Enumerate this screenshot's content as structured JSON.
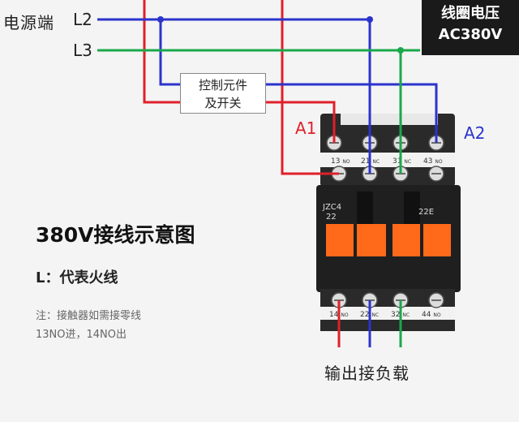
{
  "supply_label": "电源端",
  "lines": [
    {
      "label": "L2",
      "color": "#2b33cc"
    },
    {
      "label": "L3",
      "color": "#1aa84a"
    }
  ],
  "coil_voltage": {
    "line1": "线圈电压",
    "line2": "AC380V"
  },
  "control_box": {
    "line1": "控制元件",
    "line2": "及开关"
  },
  "coil_terminals": {
    "a1": "A1",
    "a2": "A2"
  },
  "top_terminals": [
    "13",
    "21",
    "31",
    "43"
  ],
  "top_terminal_suffix": [
    "NO",
    "NC",
    "NC",
    "NO"
  ],
  "bottom_terminals": [
    "14",
    "22",
    "32",
    "44"
  ],
  "bottom_terminal_suffix": [
    "NO",
    "NC",
    "NC",
    "NO"
  ],
  "model": {
    "name": "JZC4",
    "sub": "22",
    "code": "22E"
  },
  "title": "380V接线示意图",
  "legend": "L：代表火线",
  "note": {
    "line1": "注：接触器如需接零线",
    "line2": "13NO进，14NO出"
  },
  "output_label": "输出接负载",
  "colors": {
    "red": "#e0202a",
    "blue": "#2b33cc",
    "green": "#1aa84a",
    "body": "#2a2a2a",
    "orange": "#ff6a1a"
  }
}
